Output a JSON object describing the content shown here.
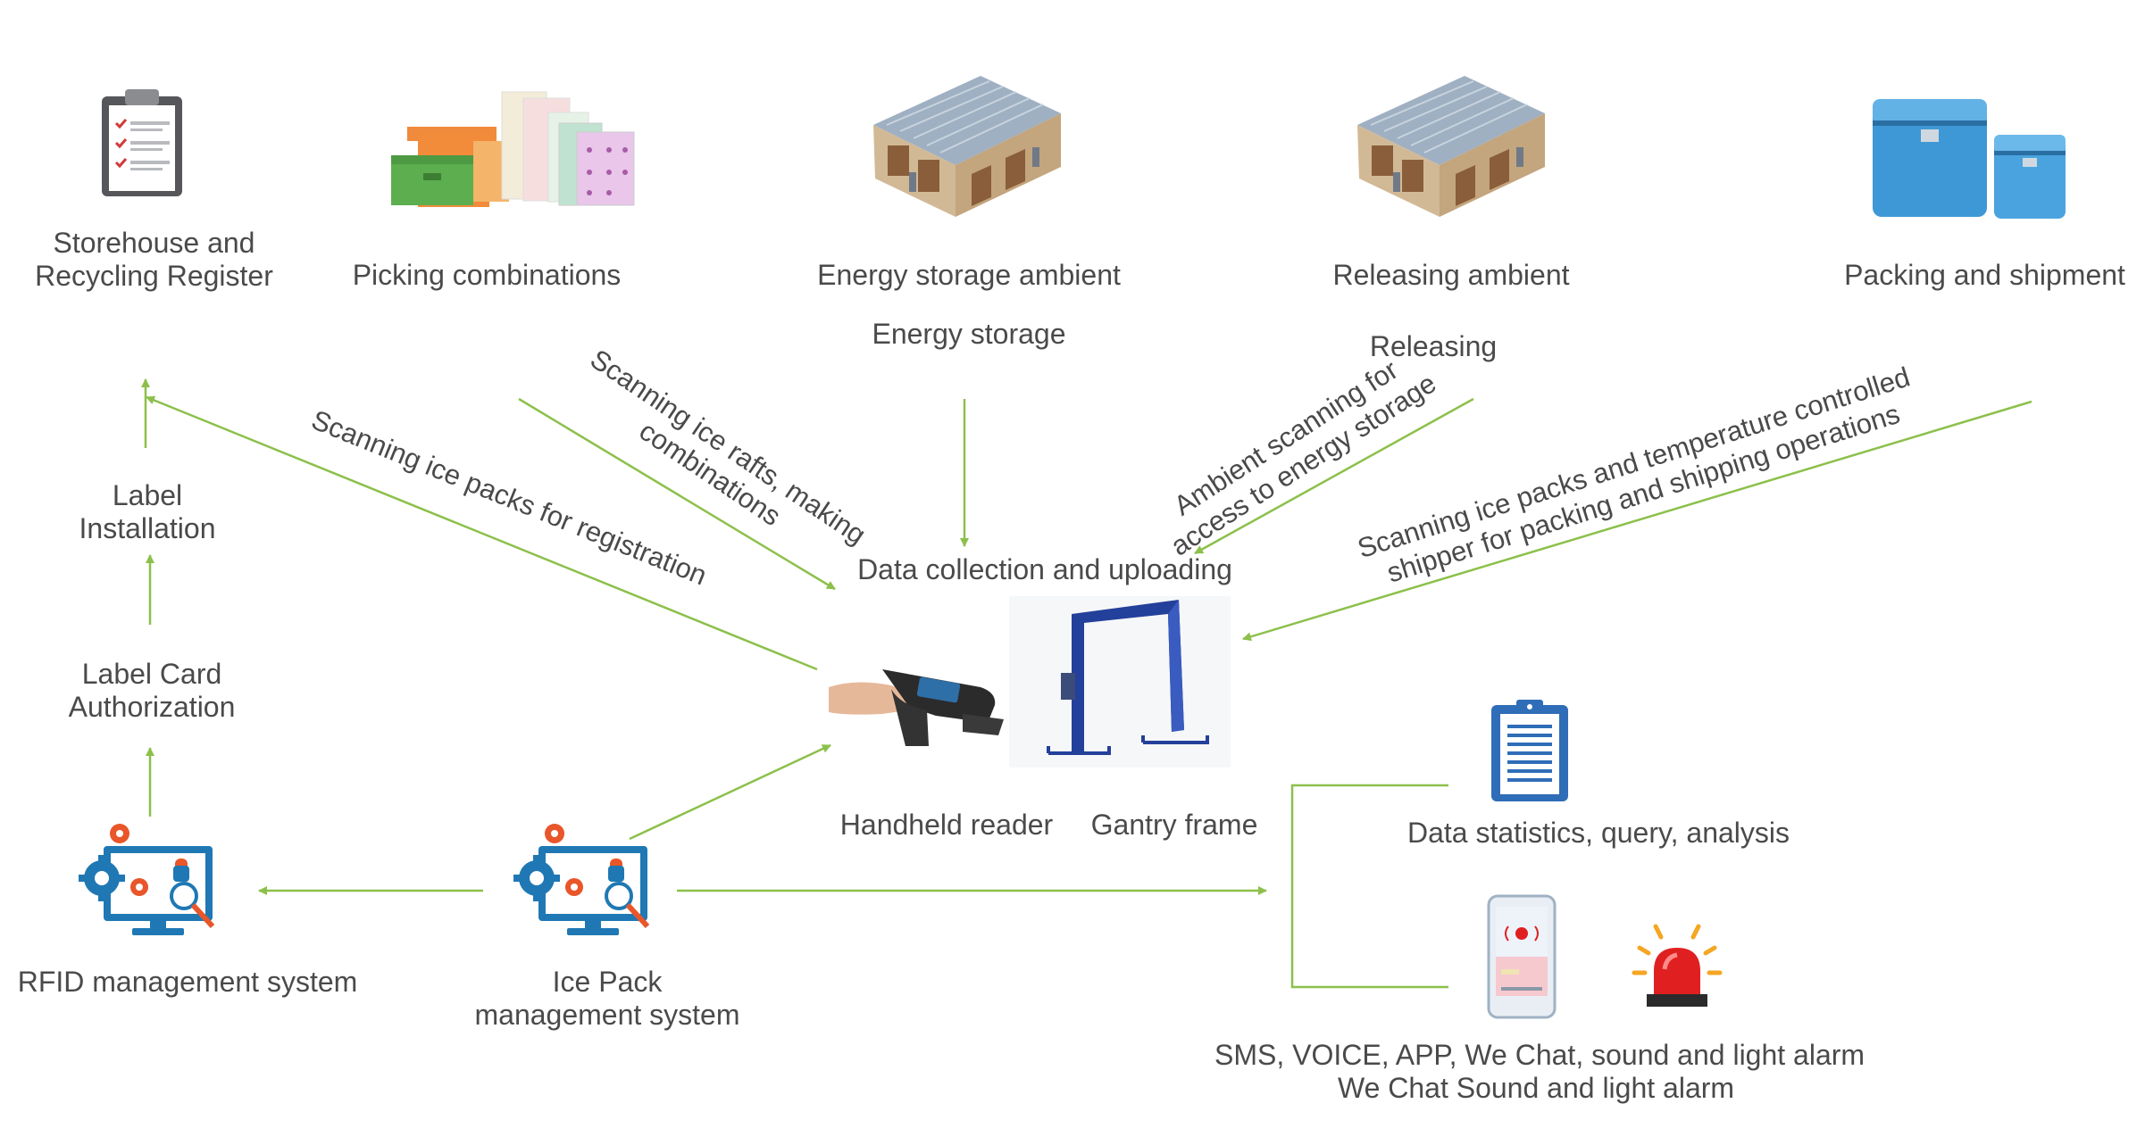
{
  "colors": {
    "arrow": "#8cc04b",
    "text": "#4a4a4a",
    "monitor_blue": "#1f78b4",
    "gear_orange": "#e8562a",
    "alarm_red": "#e02020",
    "gantry_blue": "#23409a",
    "box_blue": "#3f98d6",
    "doc_blue": "#2f6db8"
  },
  "stages": {
    "storehouse": {
      "line1": "Storehouse and",
      "line2": "Recycling Register",
      "icon": "clipboard-icon"
    },
    "picking": {
      "label": "Picking combinations",
      "icon": "ice-pack-boxes-icon"
    },
    "energy": {
      "label": "Energy storage ambient",
      "sub": "Energy storage",
      "icon": "warehouse-icon"
    },
    "releasing": {
      "label": "Releasing ambient",
      "sub": "Releasing",
      "icon": "warehouse-icon"
    },
    "packing": {
      "label": "Packing and shipment",
      "icon": "shipping-case-icon"
    }
  },
  "flows": {
    "registration": "Scanning ice packs for registration",
    "rafts": {
      "line1": "Scanning ice rafts, making",
      "line2": "combinations"
    },
    "ambient": {
      "line1": "Ambient scanning for",
      "line2": "access to energy storage"
    },
    "shipper": {
      "line1": "Scanning ice packs and temperature controlled",
      "line2": "shipper for packing and shipping operations"
    }
  },
  "collection": {
    "title": "Data collection and uploading",
    "handheld": "Handheld reader",
    "gantry": "Gantry frame"
  },
  "left_chain": {
    "label_install": {
      "line1": "Label",
      "line2": "Installation"
    },
    "card_auth": {
      "line1": "Label Card",
      "line2": "Authorization"
    }
  },
  "systems": {
    "rfid": "RFID management system",
    "icepack": {
      "line1": "Ice Pack",
      "line2": "management system"
    }
  },
  "outputs": {
    "stats": "Data statistics, query, analysis",
    "alarm": {
      "line1": "SMS, VOICE, APP, We Chat, sound and light alarm",
      "line2": "We Chat Sound and light alarm"
    }
  }
}
